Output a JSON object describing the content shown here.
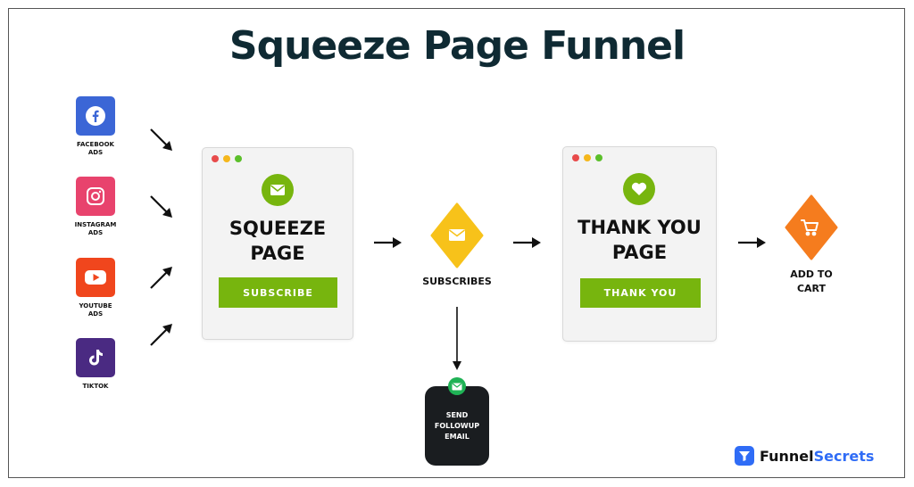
{
  "title": "Squeeze Page Funnel",
  "sources": [
    {
      "label": "FACEBOOK\nADS",
      "icon": "facebook-icon",
      "color": "#3b66d6"
    },
    {
      "label": "INSTAGRAM\nADS",
      "icon": "instagram-icon",
      "color": "#e8436d"
    },
    {
      "label": "YOUTUBE\nADS",
      "icon": "youtube-icon",
      "color": "#f0461d"
    },
    {
      "label": "TIKTOK",
      "icon": "tiktok-icon",
      "color": "#4a2a82"
    }
  ],
  "squeeze_page": {
    "title": "SQUEEZE\nPAGE",
    "button": "SUBSCRIBE",
    "icon": "envelope-icon"
  },
  "subscribes": {
    "label": "SUBSCRIBES",
    "color": "#f7c21a",
    "icon": "envelope-icon"
  },
  "thank_you_page": {
    "title": "THANK YOU\nPAGE",
    "button": "THANK YOU",
    "icon": "heart-icon"
  },
  "add_to_cart": {
    "label": "ADD TO\nCART",
    "color": "#f57c1e",
    "icon": "cart-icon"
  },
  "followup": {
    "label": "SEND\nFOLLOWUP\nEMAIL",
    "icon": "envelope-icon"
  },
  "brand": {
    "name_part1": "Funnel",
    "name_part2": "Secrets"
  },
  "colors": {
    "accent_green": "#77b50e",
    "dot_red": "#e84b4b",
    "dot_yellow": "#f5b71c",
    "dot_green": "#5bbf2a"
  }
}
